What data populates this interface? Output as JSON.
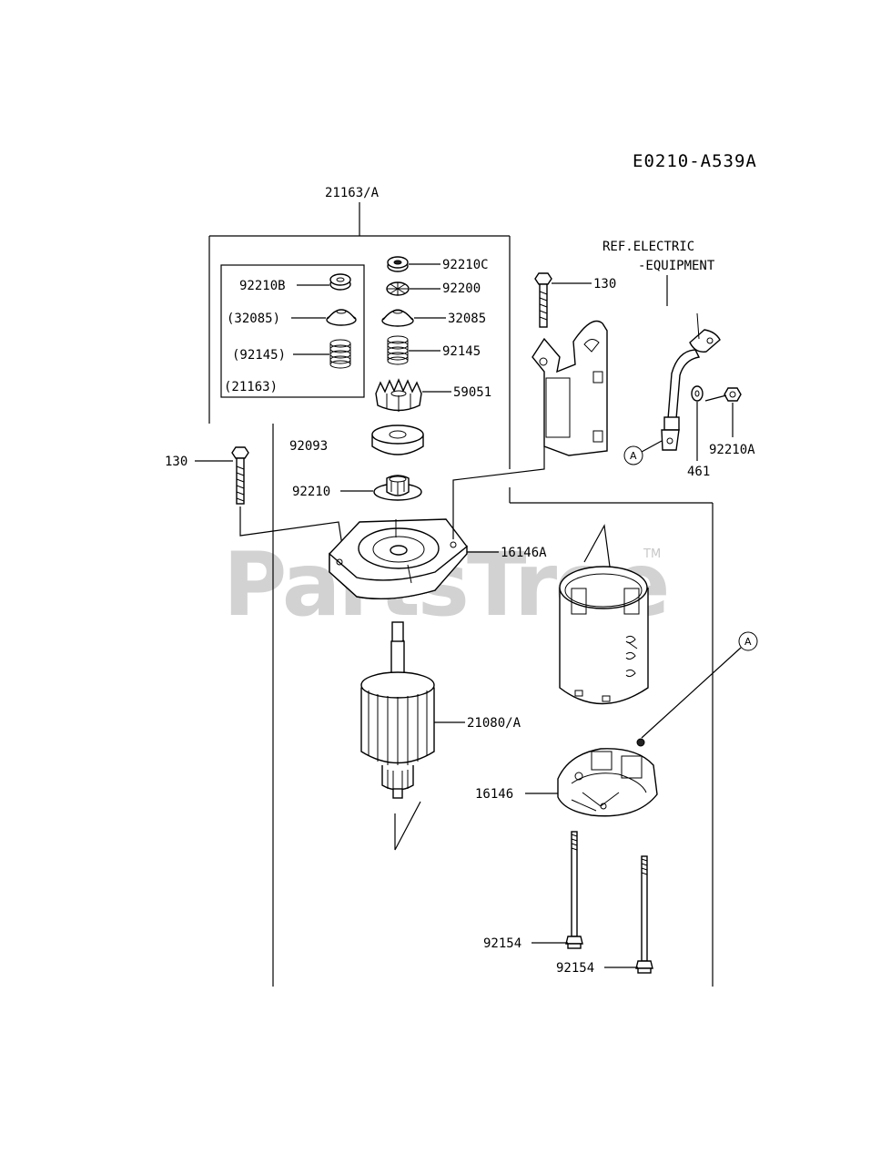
{
  "diagram_code": "E0210-A539A",
  "watermark": "PartsTree",
  "watermark_tm": "TM",
  "ref_note": {
    "line1": "REF.ELECTRIC",
    "line2": "-EQUIPMENT"
  },
  "callout_ref": "A",
  "parts": {
    "assy_21163A": "21163/A",
    "p92210B": "92210B",
    "p32085_paren": "(32085)",
    "p92145_paren": "(92145)",
    "p21163_paren": "(21163)",
    "p92210C": "92210C",
    "p92200": "92200",
    "p32085": "32085",
    "p92145": "92145",
    "p59051": "59051",
    "p92093": "92093",
    "p92210": "92210",
    "p130_left": "130",
    "p130_right": "130",
    "p16146A": "16146A",
    "p21080A": "21080/A",
    "p16146": "16146",
    "p92154_a": "92154",
    "p92154_b": "92154",
    "p92210A": "92210A",
    "p461": "461"
  }
}
